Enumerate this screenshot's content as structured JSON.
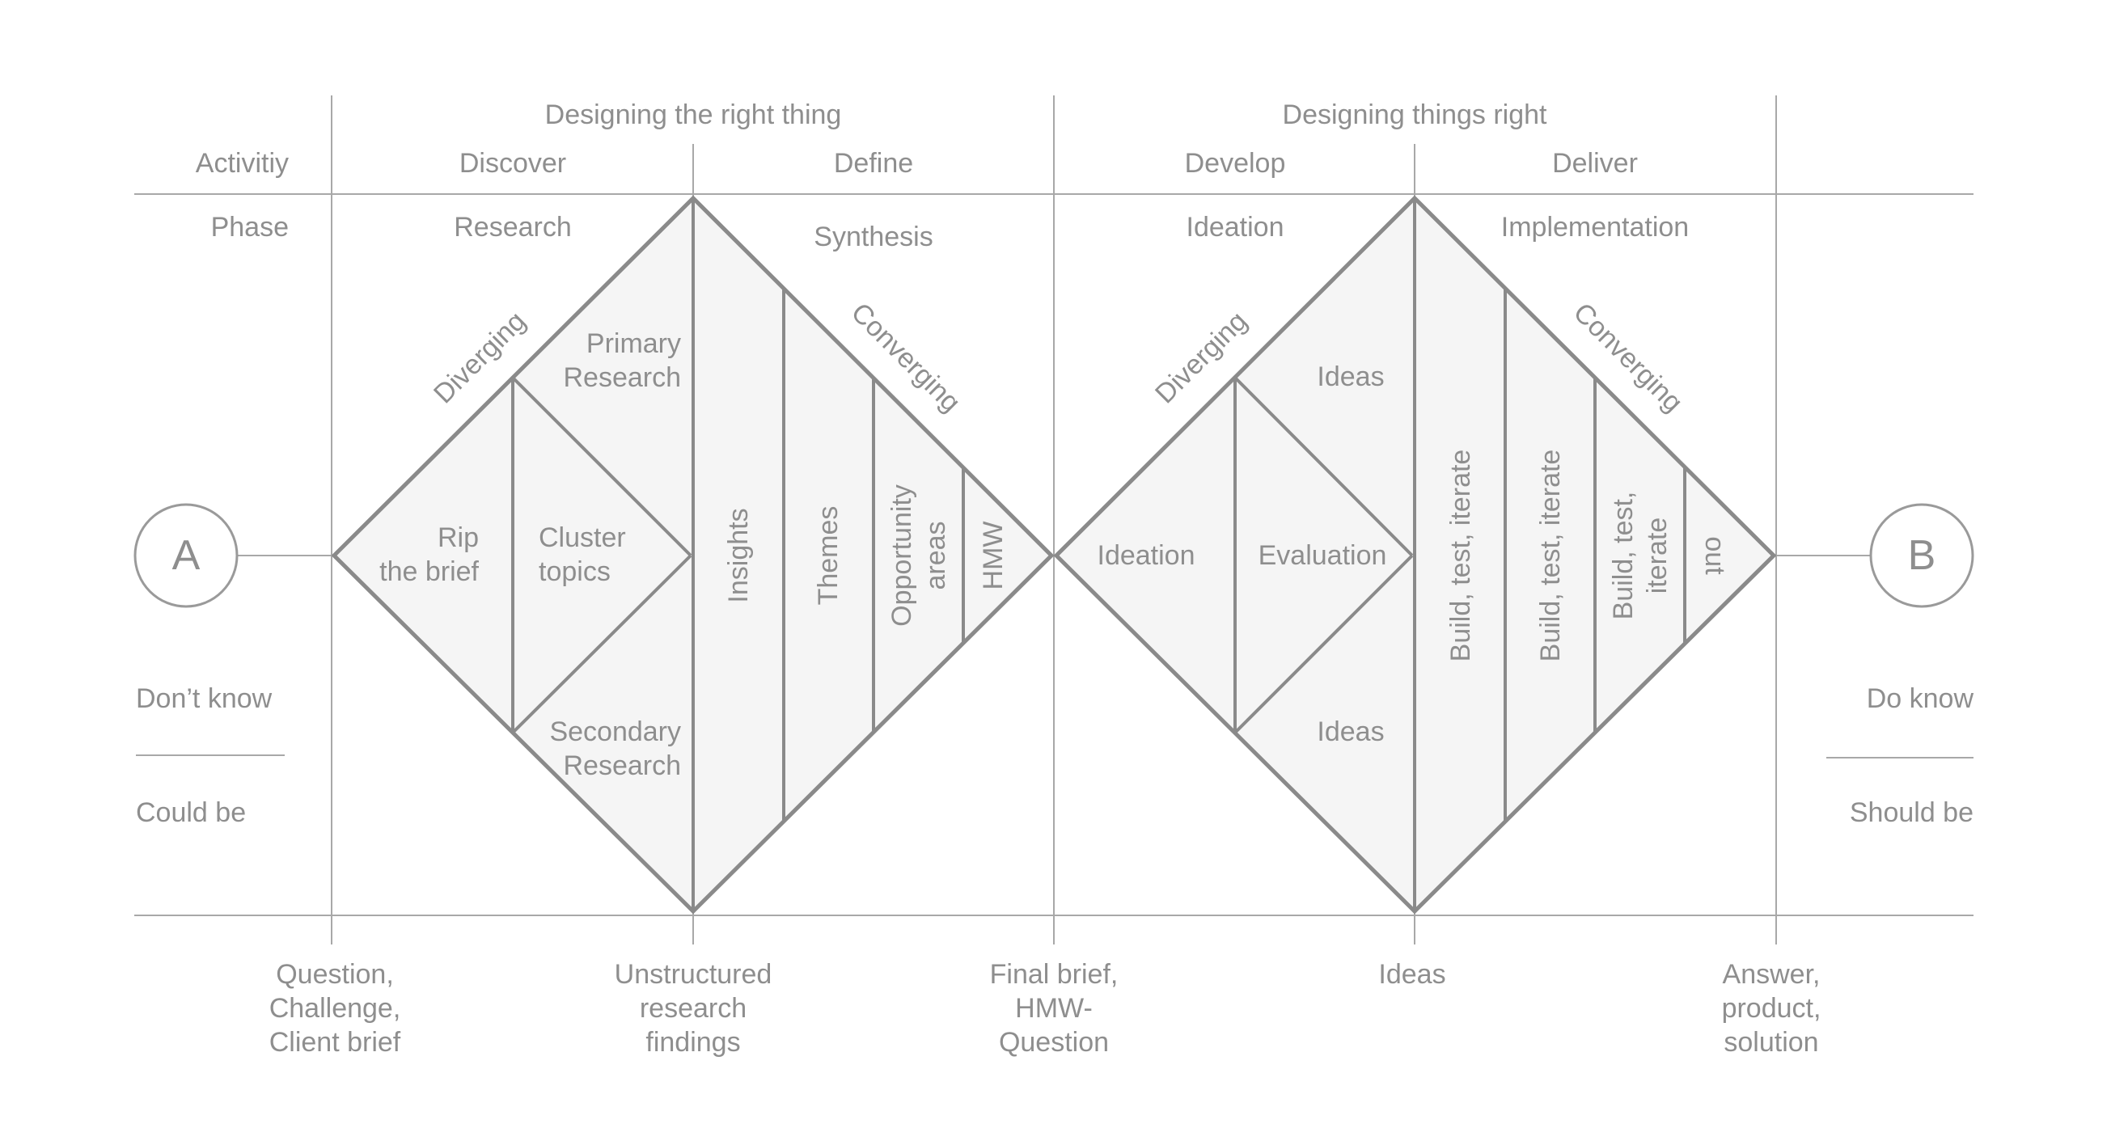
{
  "header": {
    "group_left": "Designing the right thing",
    "group_right": "Designing things right",
    "row_activity_label": "Activitiy",
    "row_phase_label": "Phase",
    "activities": [
      "Discover",
      "Define",
      "Develop",
      "Deliver"
    ],
    "phases": [
      "Research",
      "Synthesis",
      "Ideation",
      "Implementation"
    ]
  },
  "start": {
    "letter": "A",
    "top_label": "Don’t know",
    "bottom_label": "Could be"
  },
  "end": {
    "letter": "B",
    "top_label": "Do know",
    "bottom_label": "Should be"
  },
  "diamond_left": {
    "diverging_label": "Diverging",
    "converging_label": "Converging",
    "rip_line1": "Rip",
    "rip_line2": "the brief",
    "cluster_line1": "Cluster",
    "cluster_line2": "topics",
    "primary_line1": "Primary",
    "primary_line2": "Research",
    "secondary_line1": "Secondary",
    "secondary_line2": "Research",
    "insights": "Insights",
    "themes": "Themes",
    "opportunity_line1": "Opportunity",
    "opportunity_line2": "areas",
    "hmw": "HMW"
  },
  "diamond_right": {
    "diverging_label": "Diverging",
    "converging_label": "Converging",
    "ideation": "Ideation",
    "evaluation": "Evaluation",
    "ideas_top": "Ideas",
    "ideas_bottom": "Ideas",
    "build1": "Build, test, iterate",
    "build2": "Build, test, iterate",
    "build3_line1": "Build, test,",
    "build3_line2": "iterate",
    "out": "out"
  },
  "outputs": {
    "o1": [
      "Question,",
      "Challenge,",
      "Client brief"
    ],
    "o2": [
      "Unstructured",
      "research",
      "findings"
    ],
    "o3": [
      "Final brief,",
      "HMW-",
      "Question"
    ],
    "o4": [
      "Ideas"
    ],
    "o5": [
      "Answer,",
      "product,",
      "solution"
    ]
  }
}
